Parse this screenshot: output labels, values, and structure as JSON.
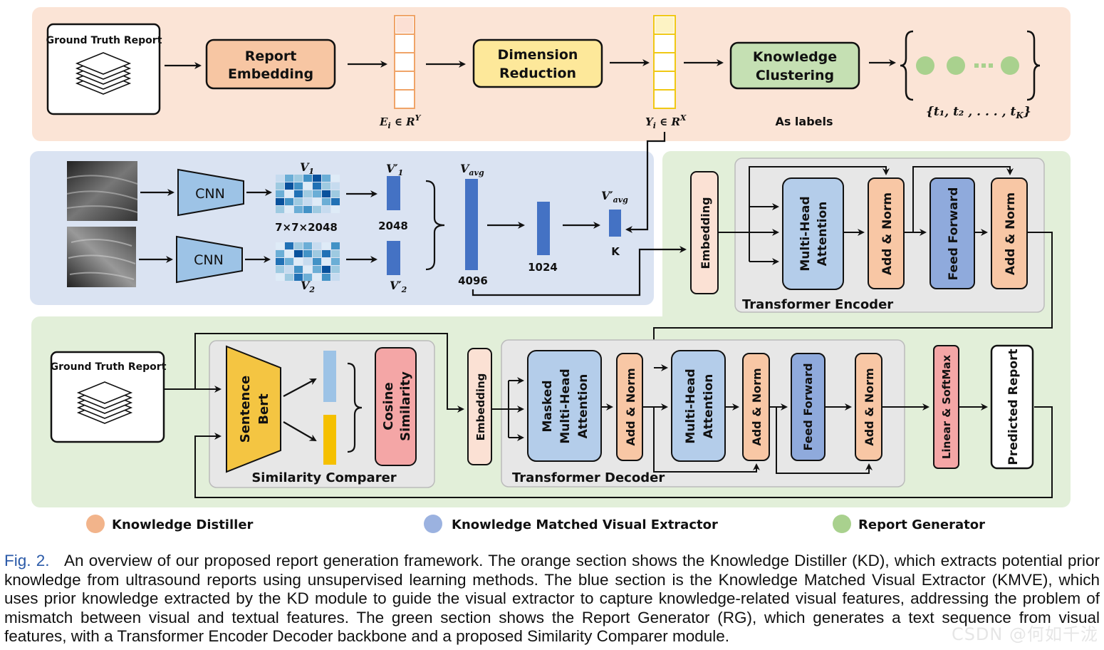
{
  "knowledge_distiller": {
    "gt_report": "Ground Truth Report",
    "report_embedding": [
      "Report",
      "Embedding"
    ],
    "dimension_reduction": [
      "Dimension",
      "Reduction"
    ],
    "knowledge_clustering": [
      "Knowledge",
      "Clustering"
    ],
    "ei_label": "E",
    "ei_sub": "i",
    "ei_space": " ∈ R",
    "ei_sup": "Y",
    "yi_label": "Y",
    "yi_sub": "i",
    "yi_space": " ∈ R",
    "yi_sup": "X",
    "as_labels": "As labels",
    "topics_label": "{t₁, t₂ , . . . , t",
    "topics_sub": "K",
    "topics_end": "}"
  },
  "visual_extractor": {
    "cnn": "CNN",
    "v1": "V",
    "v1_sub": "1",
    "v2": "V",
    "v2_sub": "2",
    "v1p": "V′",
    "v1p_sub": "1",
    "v2p": "V′",
    "v2p_sub": "2",
    "feat_dims": "7×7×2048",
    "dim_2048": "2048",
    "vavg": "V",
    "vavg_sub": "avg",
    "vavgp": "V′",
    "vavgp_sub": "avg",
    "dim_4096": "4096",
    "dim_1024": "1024",
    "dim_k": "K"
  },
  "encoder": {
    "embedding": "Embedding",
    "mha": [
      "Multi-Head",
      "Attention"
    ],
    "add_norm": "Add & Norm",
    "feed_forward": "Feed Forward",
    "title": "Transformer Encoder"
  },
  "report_generator": {
    "gt_report": "Ground Truth Report",
    "sentence_bert": [
      "Sentence",
      "Bert"
    ],
    "cosine_similarity": [
      "Cosine",
      "Similarity"
    ],
    "similarity_comparer": "Similarity Comparer",
    "embedding": "Embedding",
    "masked_mha": [
      "Masked",
      "Multi-Head",
      "Attention"
    ],
    "mha": [
      "Multi-Head",
      "Attention"
    ],
    "add_norm": "Add & Norm",
    "feed_forward": "Feed Forward",
    "decoder_title": "Transformer Decoder",
    "linear_softmax": "Linear & SoftMax",
    "predicted_report": "Predicted Report"
  },
  "legend": {
    "items": [
      {
        "label": "Knowledge Distiller",
        "color": "#f2b48b"
      },
      {
        "label": "Knowledge Matched Visual Extractor",
        "color": "#9bb2e0"
      },
      {
        "label": "Report Generator",
        "color": "#a9d18e"
      }
    ]
  },
  "caption": {
    "fig": "Fig. 2.",
    "text": "An overview of our proposed report generation framework. The orange section shows the Knowledge Distiller (KD), which extracts potential prior knowledge from ultrasound reports using unsupervised learning methods. The blue section is the Knowledge Matched Visual Extractor (KMVE), which uses prior knowledge extracted by the KD module to guide the visual extractor to capture knowledge-related visual features, addressing the problem of mismatch between visual and textual features. The green section shows the Report Generator (RG), which generates a text sequence from visual features, with a Transformer Encoder Decoder backbone and a proposed Similarity Comparer module."
  },
  "watermark": "CSDN @何如千泷",
  "colors": {
    "kd_bg": "#fbe4d6",
    "kmve_bg": "#dae3f2",
    "rg_bg": "#e2efd9",
    "orange_box": "#f7c6a3",
    "yellow_box": "#fde89a",
    "green_box": "#c5e0b3",
    "blue_box": "#b4cdea",
    "feat_bar": "#4472c4",
    "addnorm": "#f8c7a5",
    "ffn": "#8faadc",
    "linear": "#f4a6a6",
    "sbert": "#f4c542"
  }
}
